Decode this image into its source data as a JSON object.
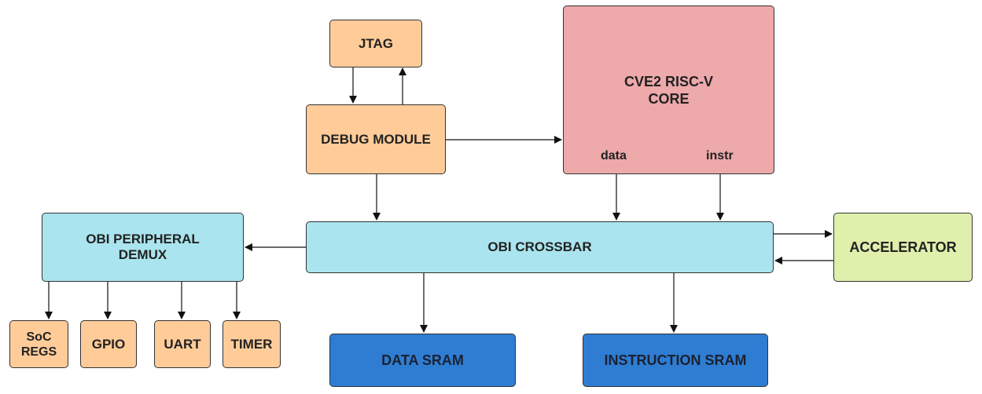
{
  "blocks": {
    "jtag": "JTAG",
    "debug_module": "DEBUG MODULE",
    "core": "CVE2 RISC-V\nCORE",
    "core_port_data": "data",
    "core_port_instr": "instr",
    "obi_crossbar": "OBI CROSSBAR",
    "obi_peripheral_demux": "OBI PERIPHERAL\nDEMUX",
    "accelerator": "ACCELERATOR",
    "soc_regs": "SoC\nREGS",
    "gpio": "GPIO",
    "uart": "UART",
    "timer": "TIMER",
    "data_sram": "DATA SRAM",
    "instruction_sram": "INSTRUCTION SRAM"
  },
  "colors": {
    "orange": "#ffcc99",
    "pink": "#eea9ab",
    "cyan": "#aae4ee",
    "green": "#dfefac",
    "blue": "#2f7dd3",
    "stroke": "#111111"
  }
}
